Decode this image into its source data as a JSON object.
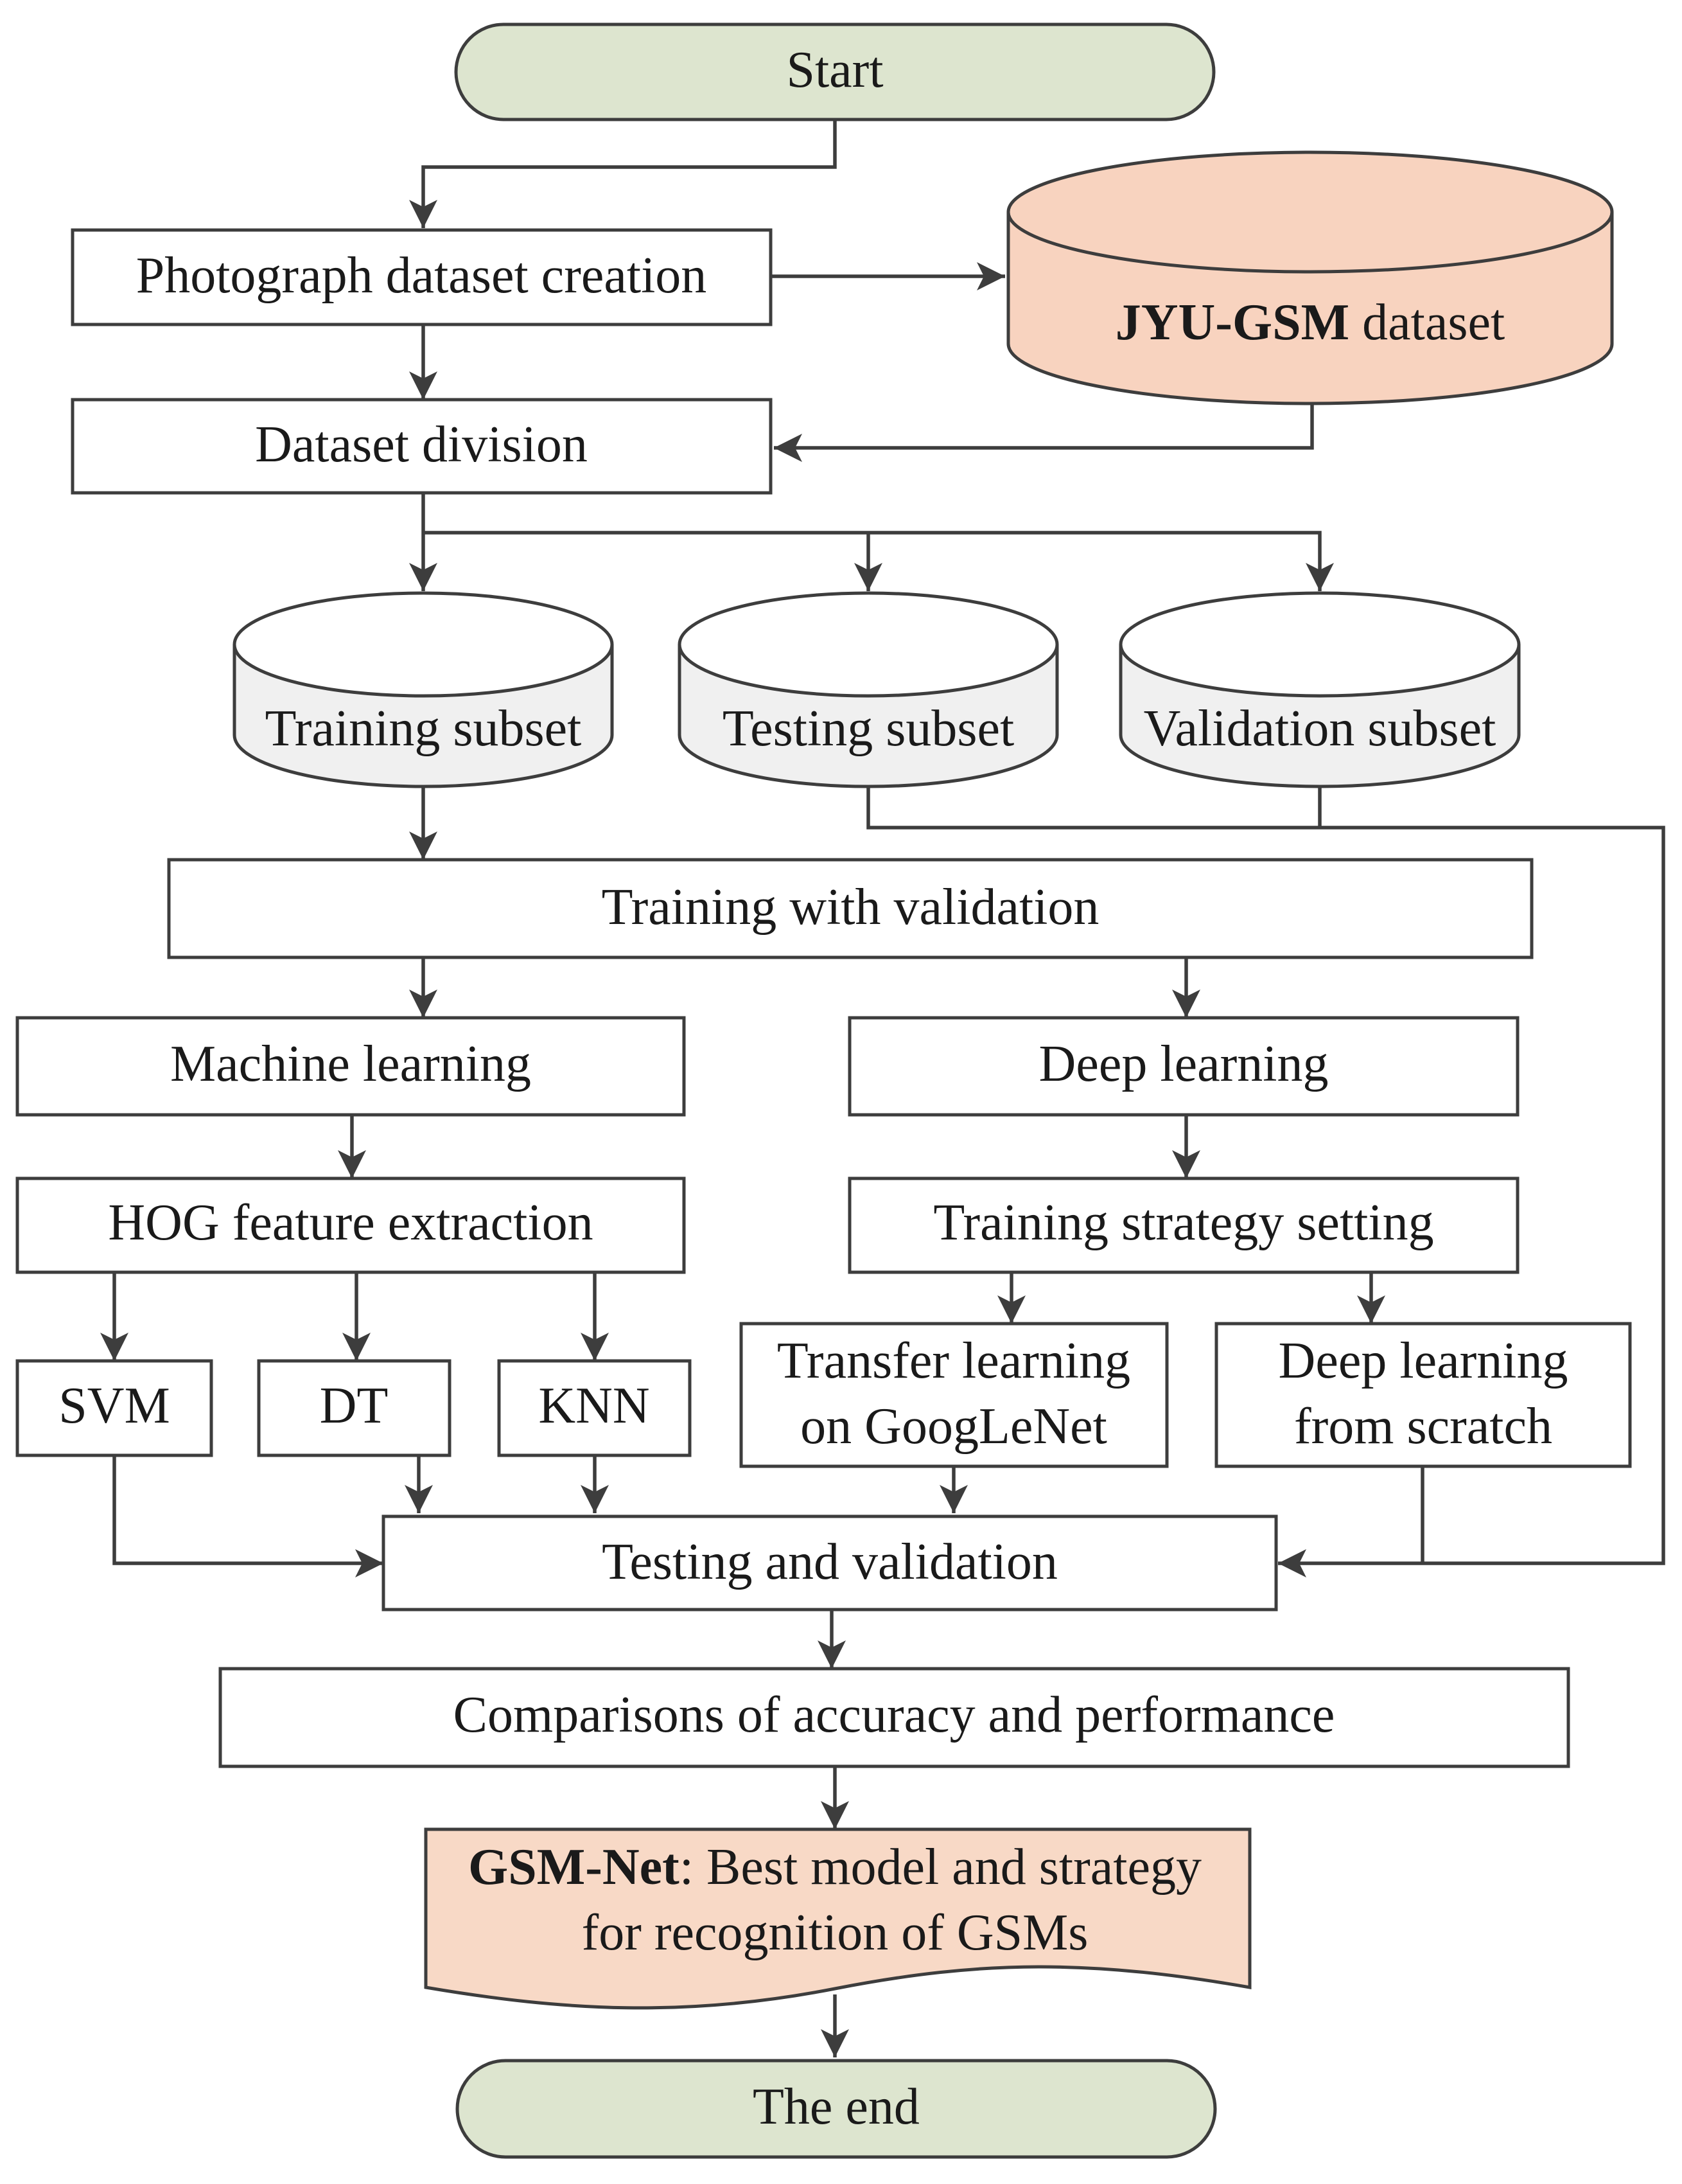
{
  "nodes": {
    "start": "Start",
    "photo_creation": "Photograph dataset creation",
    "dataset": {
      "bold": "JYU-GSM",
      "rest": " dataset"
    },
    "division": "Dataset division",
    "training_subset": "Training subset",
    "testing_subset": "Testing subset",
    "validation_subset": "Validation subset",
    "training_with_validation": "Training with validation",
    "machine_learning": "Machine learning",
    "deep_learning": "Deep learning",
    "hog": "HOG feature extraction",
    "strategy": "Training strategy setting",
    "svm": "SVM",
    "dt": "DT",
    "knn": "KNN",
    "transfer": [
      "Transfer learning",
      "on GoogLeNet"
    ],
    "scratch": [
      "Deep learning",
      "from scratch"
    ],
    "testing_validation": "Testing and validation",
    "comparisons": "Comparisons of accuracy and performance",
    "gsm_net": {
      "bold": "GSM-Net",
      "line1_rest": ": Best model and strategy",
      "line2": "for recognition of GSMs"
    },
    "end": "The end"
  },
  "colors": {
    "terminal_fill": "#dde5cf",
    "dataset_fill": "#f8d3bf",
    "result_fill": "#f8d9c6",
    "cylinder_fill": "#f0f0f0",
    "line": "#3d3d3d"
  }
}
